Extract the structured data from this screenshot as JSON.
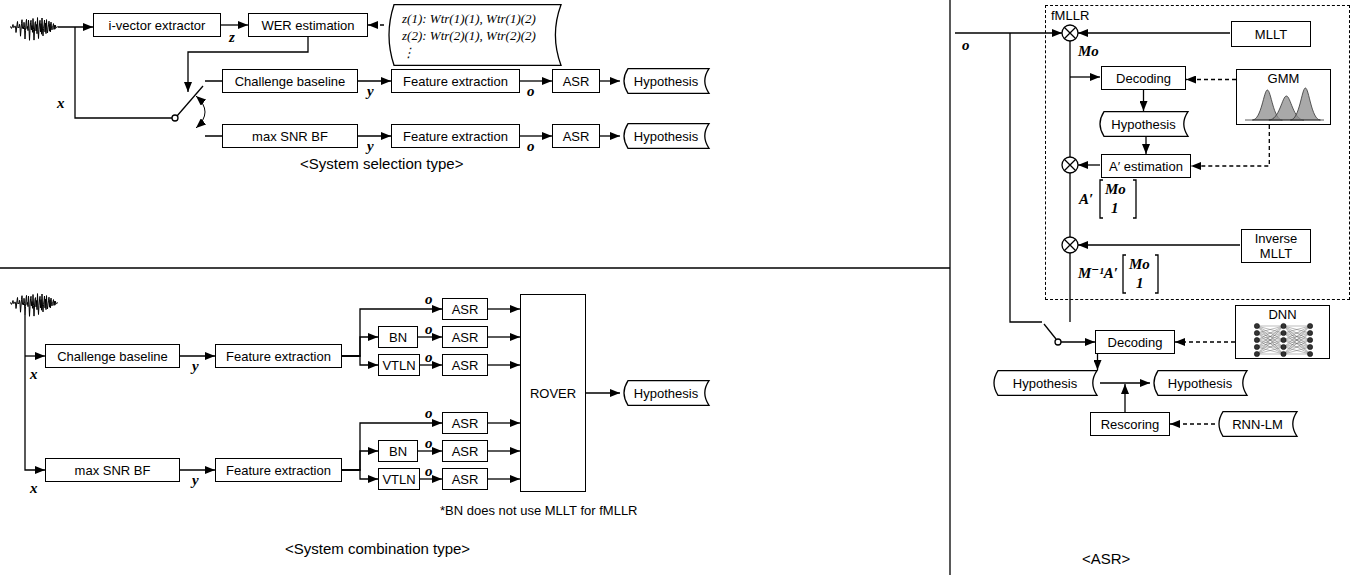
{
  "diagram": {
    "nodes": [
      {
        "text": [
          "i-vector extractor"
        ]
      },
      {
        "text": [
          "WER estimation"
        ]
      },
      {
        "text": [
          "z(1): Wtr(1)(1), Wtr(1)(2)",
          "z(2): Wtr(2)(1), Wtr(2)(2)",
          "⋮"
        ]
      },
      {
        "text": [
          "Challenge baseline"
        ]
      },
      {
        "text": [
          "Feature extraction"
        ]
      },
      {
        "text": [
          "ASR"
        ]
      },
      {
        "text": [
          "Hypothesis"
        ]
      },
      {
        "text": [
          "max SNR BF"
        ]
      },
      {
        "text": [
          "Feature extraction"
        ]
      },
      {
        "text": [
          "ASR"
        ]
      },
      {
        "text": [
          "Hypothesis"
        ]
      },
      {
        "text": [
          "Challenge baseline"
        ]
      },
      {
        "text": [
          "Feature extraction"
        ]
      },
      {
        "text": [
          "ASR"
        ]
      },
      {
        "text": [
          "BN"
        ]
      },
      {
        "text": [
          "ASR"
        ]
      },
      {
        "text": [
          "VTLN"
        ]
      },
      {
        "text": [
          "ASR"
        ]
      },
      {
        "text": [
          "ROVER"
        ]
      },
      {
        "text": [
          "Hypothesis"
        ]
      },
      {
        "text": [
          "max SNR BF"
        ]
      },
      {
        "text": [
          "Feature extraction"
        ]
      },
      {
        "text": [
          "ASR"
        ]
      },
      {
        "text": [
          "BN"
        ]
      },
      {
        "text": [
          "ASR"
        ]
      },
      {
        "text": [
          "VTLN"
        ]
      },
      {
        "text": [
          "ASR"
        ]
      },
      {
        "text": [
          "fMLLR"
        ]
      },
      {
        "text": [
          "MLLT"
        ],
        "in": 27
      },
      {
        "text": [
          "Decoding"
        ],
        "in": 27
      },
      {
        "text": [
          "GMM"
        ],
        "in": 27
      },
      {
        "text": [
          "Hypothesis"
        ],
        "in": 27
      },
      {
        "text": [
          "A′ estimation"
        ],
        "in": 27
      },
      {
        "text": [
          "Inverse MLLT"
        ],
        "in": 27
      },
      {
        "text": [
          "DNN"
        ]
      },
      {
        "text": [
          "Decoding"
        ]
      },
      {
        "text": [
          "Hypothesis"
        ]
      },
      {
        "text": [
          "Hypothesis"
        ]
      },
      {
        "text": [
          "Rescoring"
        ]
      },
      {
        "text": [
          "RNN-LM"
        ]
      }
    ],
    "edges": [
      {
        "from": 0,
        "to": 1,
        "arrow": "to"
      },
      {
        "from": 2,
        "to": 1,
        "arrow": "to"
      },
      {
        "from": 3,
        "to": 4,
        "arrow": "to"
      },
      {
        "from": 4,
        "to": 5,
        "arrow": "to"
      },
      {
        "from": 5,
        "to": 6,
        "arrow": "to"
      },
      {
        "from": 7,
        "to": 8,
        "arrow": "to"
      },
      {
        "from": 8,
        "to": 9,
        "arrow": "to"
      },
      {
        "from": 9,
        "to": 10,
        "arrow": "to"
      },
      {
        "from": 11,
        "to": 12,
        "arrow": "to"
      },
      {
        "from": 12,
        "to": 13,
        "arrow": "to"
      },
      {
        "from": 12,
        "to": 14,
        "arrow": "to"
      },
      {
        "from": 12,
        "to": 16,
        "arrow": "to"
      },
      {
        "from": 14,
        "to": 15,
        "arrow": "to"
      },
      {
        "from": 16,
        "to": 17,
        "arrow": "to"
      },
      {
        "from": 13,
        "to": 18,
        "arrow": "to"
      },
      {
        "from": 15,
        "to": 18,
        "arrow": "to"
      },
      {
        "from": 17,
        "to": 18,
        "arrow": "to"
      },
      {
        "from": 18,
        "to": 19,
        "arrow": "to"
      },
      {
        "from": 20,
        "to": 21,
        "arrow": "to"
      },
      {
        "from": 21,
        "to": 22,
        "arrow": "to"
      },
      {
        "from": 21,
        "to": 23,
        "arrow": "to"
      },
      {
        "from": 21,
        "to": 25,
        "arrow": "to"
      },
      {
        "from": 23,
        "to": 24,
        "arrow": "to"
      },
      {
        "from": 25,
        "to": 26,
        "arrow": "to"
      },
      {
        "from": 22,
        "to": 18,
        "arrow": "to"
      },
      {
        "from": 24,
        "to": 18,
        "arrow": "to"
      },
      {
        "from": 26,
        "to": 18,
        "arrow": "to"
      },
      {
        "from": 29,
        "to": 31,
        "arrow": "to"
      },
      {
        "from": 30,
        "to": 29,
        "arrow": "to"
      },
      {
        "from": 31,
        "to": 32,
        "arrow": "to"
      },
      {
        "from": 30,
        "to": 32,
        "arrow": "to"
      },
      {
        "from": 34,
        "to": 35,
        "arrow": "to"
      },
      {
        "from": 35,
        "to": 36,
        "arrow": "to"
      },
      {
        "from": 36,
        "to": 37,
        "arrow": "to"
      },
      {
        "from": 39,
        "to": 38,
        "arrow": "to"
      }
    ],
    "labels": [
      "z",
      "x",
      "y",
      "o",
      "y",
      "o",
      "<System selection type>",
      "x",
      "y",
      "o",
      "o",
      "o",
      "x",
      "y",
      "o",
      "o",
      "o",
      "*BN does not use MLLT for fMLLR",
      "<System combination type>",
      "o",
      "Mo",
      "A′",
      "Mo",
      "1",
      "M⁻¹A′",
      "Mo",
      "1",
      "<ASR>"
    ]
  }
}
